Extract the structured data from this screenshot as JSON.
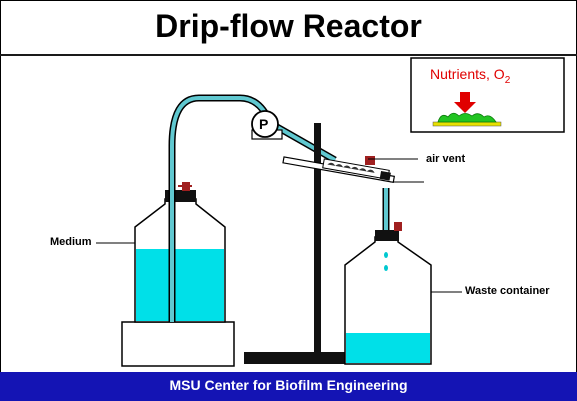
{
  "title": "Drip-flow Reactor",
  "footer": "MSU Center for Biofilm Engineering",
  "labels": {
    "medium": "Medium",
    "waste": "Waste container",
    "air_vent": "air vent",
    "pump": "P",
    "inset_prefix": "Nutrients, O",
    "inset_sub": "2"
  },
  "colors": {
    "liquid": "#00e0e8",
    "tubing": "#60c8d0",
    "footer_bg": "#1414b4",
    "inset_text": "#e00000",
    "biofilm": "#22c422",
    "slide": "#e8e000"
  }
}
